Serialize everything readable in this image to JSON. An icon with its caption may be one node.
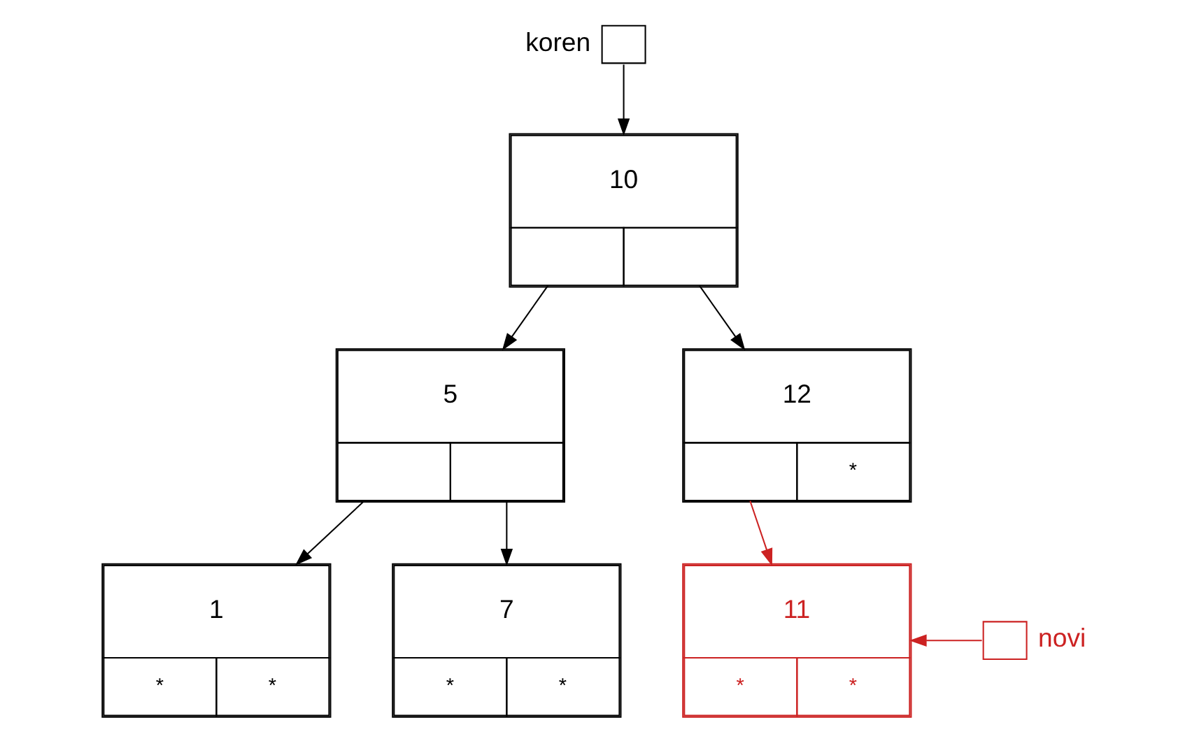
{
  "diagram": {
    "nodes": [
      {
        "text": [],
        "shape": "box",
        "beside": [
          "koren"
        ]
      },
      {
        "text": [
          "10"
        ]
      },
      {
        "text": [
          "5"
        ]
      },
      {
        "text": [
          "12",
          "*"
        ]
      },
      {
        "text": [
          "1",
          "*",
          "*"
        ]
      },
      {
        "text": [
          "7",
          "*",
          "*"
        ]
      },
      {
        "text": [
          "11",
          "*",
          "*"
        ]
      },
      {
        "text": [],
        "shape": "box",
        "beside": [
          "novi"
        ]
      }
    ],
    "edges": [
      {
        "from": 0,
        "to": 1,
        "arrow": "to"
      },
      {
        "from": 1,
        "to": 2,
        "arrow": "to"
      },
      {
        "from": 1,
        "to": 3,
        "arrow": "to"
      },
      {
        "from": 2,
        "to": 4,
        "arrow": "to"
      },
      {
        "from": 2,
        "to": 5,
        "arrow": "to"
      },
      {
        "from": 3,
        "to": 6,
        "arrow": "to",
        "color": "#cc2222"
      },
      {
        "from": 7,
        "to": 6,
        "arrow": "to",
        "color": "#cc2222"
      }
    ]
  }
}
